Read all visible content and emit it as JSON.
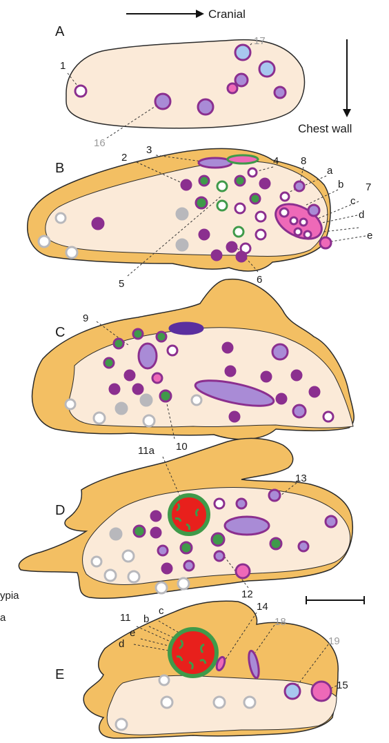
{
  "orientation": {
    "cranial_label": "Cranial",
    "chest_wall_label": "Chest wall"
  },
  "panels": [
    "A",
    "B",
    "C",
    "D",
    "E"
  ],
  "labels": {
    "n1": "1",
    "n2": "2",
    "n3": "3",
    "n4": "4",
    "n5": "5",
    "n6": "6",
    "n7": "7",
    "n8": "8",
    "n9": "9",
    "n10": "10",
    "n11a": "11a",
    "n11": "11",
    "n12": "12",
    "n13": "13",
    "n14": "14",
    "n15": "15",
    "n16": "16",
    "n17": "17",
    "n18": "18",
    "n19": "19",
    "la": "a",
    "lb": "b",
    "lc": "c",
    "ld": "d",
    "le": "e",
    "eb": "b",
    "ec": "c",
    "ed": "d",
    "ee": "e"
  },
  "legend_fragments": [
    "ypia",
    "a"
  ],
  "colors": {
    "tissue": "#f3bf63",
    "gland": "#fbead8",
    "purple": "#8b2f8f",
    "lavender": "#a98bd6",
    "violet": "#5a2f9f",
    "green": "#3f9a4a",
    "pink": "#ee69b8",
    "red": "#e8201c",
    "light_blue": "#a8c8ef",
    "grey": "#b8b8bc"
  },
  "scale_bar": true
}
